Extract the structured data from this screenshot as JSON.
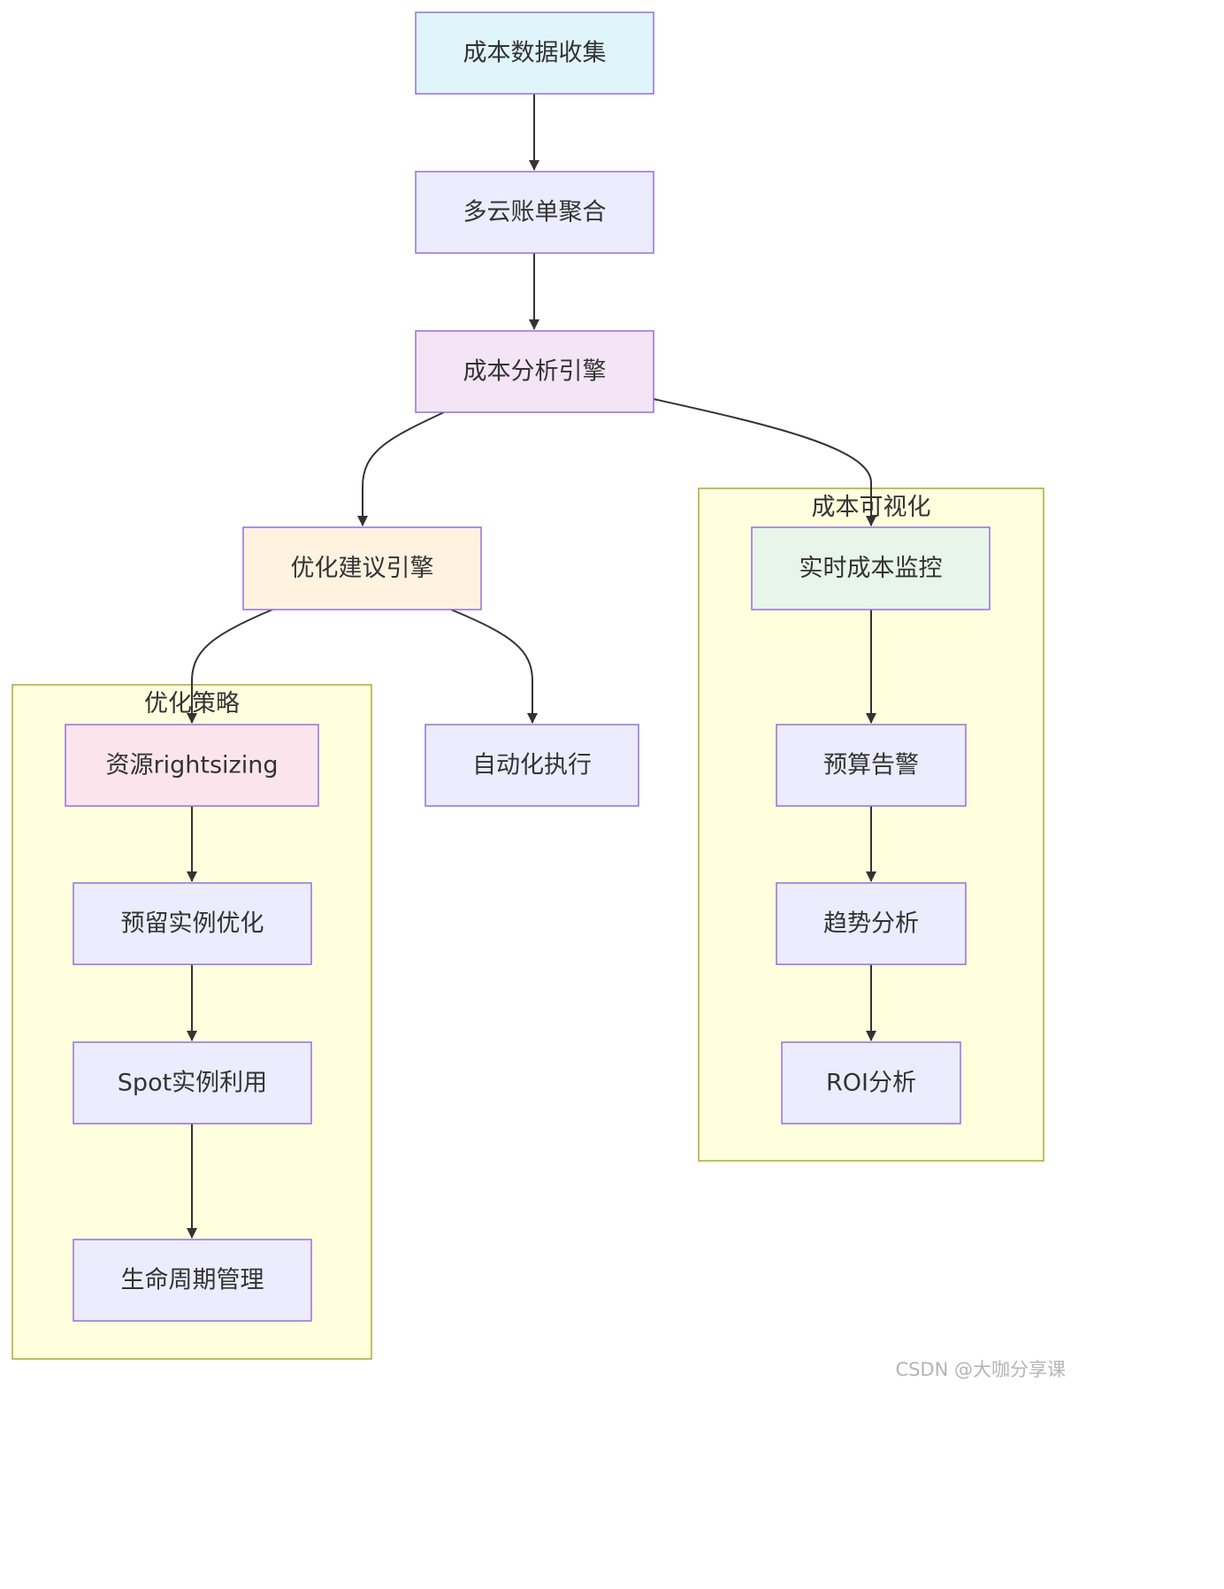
{
  "nodes": {
    "cost_collection": {
      "label": "成本数据收集",
      "color": "#e0f4fc"
    },
    "multicloud_billing": {
      "label": "多云账单聚合",
      "color": "#ececff"
    },
    "analysis_engine": {
      "label": "成本分析引擎",
      "color": "#f3e5f5"
    },
    "recommendation_engine": {
      "label": "优化建议引擎",
      "color": "#fff3e0"
    },
    "realtime_monitoring": {
      "label": "实时成本监控",
      "color": "#e8f5e9"
    },
    "rightsizing": {
      "label": "资源rightsizing",
      "color": "#fce4ec"
    },
    "auto_execution": {
      "label": "自动化执行",
      "color": "#ececff"
    },
    "reserved_instances": {
      "label": "预留实例优化",
      "color": "#ececff"
    },
    "spot_instances": {
      "label": "Spot实例利用",
      "color": "#ececff"
    },
    "lifecycle": {
      "label": "生命周期管理",
      "color": "#ececff"
    },
    "budget_alert": {
      "label": "预算告警",
      "color": "#ececff"
    },
    "trend_analysis": {
      "label": "趋势分析",
      "color": "#ececff"
    },
    "roi_analysis": {
      "label": "ROI分析",
      "color": "#ececff"
    }
  },
  "groups": {
    "optimization": {
      "label": "优化策略"
    },
    "visualization": {
      "label": "成本可视化"
    }
  },
  "edges": [
    {
      "from": "cost_collection",
      "to": "multicloud_billing"
    },
    {
      "from": "multicloud_billing",
      "to": "analysis_engine"
    },
    {
      "from": "analysis_engine",
      "to": "recommendation_engine"
    },
    {
      "from": "analysis_engine",
      "to": "realtime_monitoring"
    },
    {
      "from": "recommendation_engine",
      "to": "rightsizing"
    },
    {
      "from": "recommendation_engine",
      "to": "auto_execution"
    },
    {
      "from": "rightsizing",
      "to": "reserved_instances"
    },
    {
      "from": "reserved_instances",
      "to": "spot_instances"
    },
    {
      "from": "spot_instances",
      "to": "lifecycle"
    },
    {
      "from": "realtime_monitoring",
      "to": "budget_alert"
    },
    {
      "from": "budget_alert",
      "to": "trend_analysis"
    },
    {
      "from": "trend_analysis",
      "to": "roi_analysis"
    }
  ],
  "watermark": "CSDN @大咖分享课"
}
